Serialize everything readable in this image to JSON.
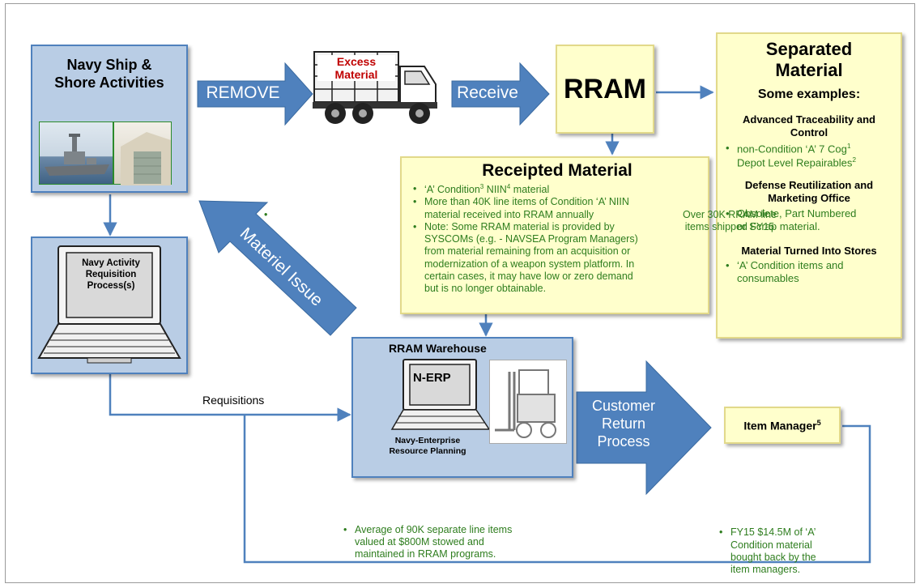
{
  "navy_activities": {
    "title_line1": "Navy Ship &",
    "title_line2": "Shore Activities"
  },
  "remove_arrow": {
    "label": "REMOVE"
  },
  "truck": {
    "label_line1": "Excess",
    "label_line2": "Material"
  },
  "receive_arrow": {
    "label": "Receive"
  },
  "rram": {
    "label": "RRAM"
  },
  "separated_material": {
    "title_line1": "Separated",
    "title_line2": "Material",
    "subtitle": "Some examples:",
    "sections": [
      {
        "heading_line1": "Advanced Traceability and",
        "heading_line2": "Control",
        "bullet_line1_a": "non-Condition ‘A’ 7 Cog",
        "sup1": "1",
        "bullet_line2_a": "Depot Level Repairables",
        "sup2": "2"
      },
      {
        "heading_line1": "Defense Reutilization and",
        "heading_line2": "Marketing Office",
        "bullet_line1": "Obsolete, Part Numbered",
        "bullet_line2": "or Scrap material."
      },
      {
        "heading_line1": "Material Turned Into Stores",
        "bullet_line1": "‘A’ Condition items and",
        "bullet_line2": "consumables"
      }
    ]
  },
  "receipted_material": {
    "title": "Receipted Material",
    "b1_a": "‘A’ Condition",
    "b1_sup1": "3",
    "b1_b": " NIIN",
    "b1_sup2": "4",
    "b1_c": " material",
    "b2_line1": "More than 40K line items of Condition ‘A’ NIIN",
    "b2_line2": "material received into RRAM annually",
    "b3_lines": [
      "Note: Some RRAM material is provided by",
      "SYSCOMs (e.g. - NAVSEA Program Managers)",
      "from material remaining from an acquisition or",
      "modernization of a weapon system platform.  In",
      "certain cases, it may have low or zero demand",
      "but is no longer obtainable."
    ]
  },
  "shipped_note": {
    "line1": "Over 30K RRAM line",
    "line2": "items shipped FY15"
  },
  "materiel_issue_arrow": {
    "label": "Materiel Issue"
  },
  "laptop_left": {
    "line1": "Navy Activity",
    "line2": "Requisition",
    "line3": "Process(s)"
  },
  "requisitions": {
    "label": "Requisitions"
  },
  "rram_warehouse": {
    "title": "RRAM Warehouse",
    "screen_label": "N-ERP",
    "caption_line1": "Navy-Enterprise",
    "caption_line2": "Resource Planning"
  },
  "warehouse_note": {
    "line1": "Average of 90K separate line items",
    "line2": "valued at $800M stowed and",
    "line3": "maintained in RRAM programs."
  },
  "customer_return_arrow": {
    "line1": "Customer",
    "line2": "Return",
    "line3": "Process"
  },
  "item_manager": {
    "label": "Item Manager",
    "sup": "5"
  },
  "item_manager_note": {
    "line1": "FY15 $14.5M of ‘A’",
    "line2": "Condition material",
    "line3": "bought back by the",
    "line4": "item managers."
  },
  "colors": {
    "box_blue": "#b9cde5",
    "border_blue": "#4f81bd",
    "arrow_blue": "#4f81bd",
    "box_yellow": "#ffffcc",
    "text_green": "#2e7d1e"
  }
}
